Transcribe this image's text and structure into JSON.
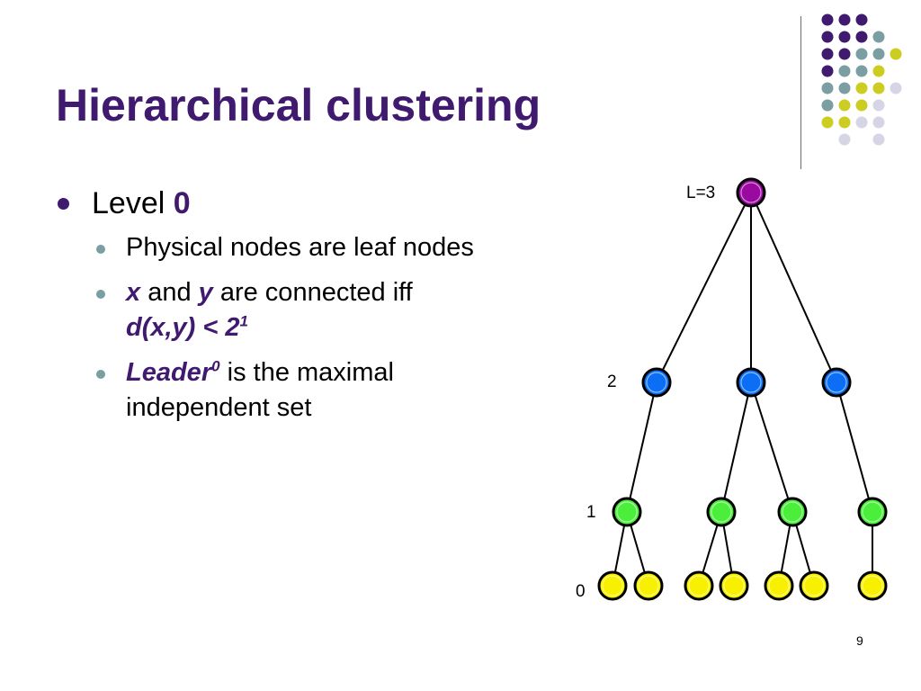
{
  "slide": {
    "title": "Hierarchical clustering",
    "page_number": "9"
  },
  "bullets": {
    "level_word": "Level",
    "level_value": "0",
    "items": [
      {
        "text": "Physical nodes are leaf nodes"
      },
      {
        "x": "x",
        "and": " and ",
        "y": "y",
        "rest": " are connected iff",
        "formula": "d(x,y) < 2",
        "sup": "1"
      },
      {
        "leader": "Leader",
        "sup": "0",
        "rest": " is the maximal independent set"
      }
    ]
  },
  "tree": {
    "level_labels": [
      "L=3",
      "2",
      "1",
      "0"
    ],
    "colors": {
      "level3": "#9b0aa0",
      "level2": "#0b6ef5",
      "level1": "#4cee3c",
      "level0": "#f7f000"
    }
  },
  "theme": {
    "accent": "#3f1a6e",
    "dot_colors": [
      "#3f1a6e",
      "#7a9ea1",
      "#cccc22",
      "#d6d5e6"
    ]
  }
}
